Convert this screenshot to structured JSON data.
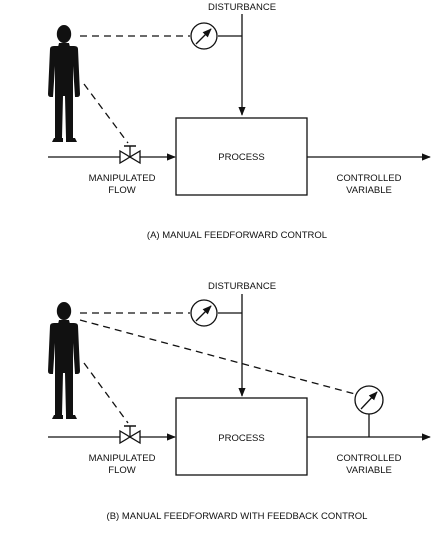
{
  "panels": {
    "a": {
      "disturbance": "DISTURBANCE",
      "process": "PROCESS",
      "manipulated_line1": "MANIPULATED",
      "manipulated_line2": "FLOW",
      "controlled_line1": "CONTROLLED",
      "controlled_line2": "VARIABLE",
      "caption": "(A)  MANUAL FEEDFORWARD CONTROL"
    },
    "b": {
      "disturbance": "DISTURBANCE",
      "process": "PROCESS",
      "manipulated_line1": "MANIPULATED",
      "manipulated_line2": "FLOW",
      "controlled_line1": "CONTROLLED",
      "controlled_line2": "VARIABLE",
      "caption": "(B)  MANUAL FEEDFORWARD WITH FEEDBACK CONTROL"
    }
  },
  "icons": {
    "operator": "person-silhouette-icon",
    "gauge": "pressure-gauge-icon",
    "valve": "control-valve-icon"
  }
}
